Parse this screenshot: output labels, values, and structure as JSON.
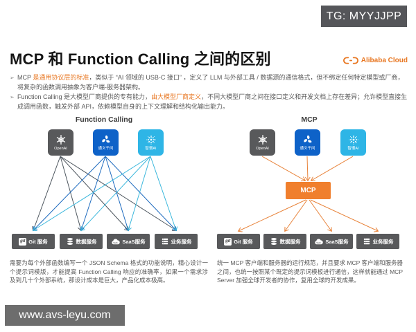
{
  "watermarks": {
    "top_right": "TG: MYYJJPP",
    "bottom_left": "www.avs-leyu.com"
  },
  "header": {
    "title": "MCP 和 Function Calling 之间的区别",
    "brand": {
      "name": "Alibaba Cloud",
      "icon": "alibaba-cloud-bracket-icon",
      "color": "#E87722"
    }
  },
  "bullet_marker": "➢",
  "bullets": [
    {
      "pre": "MCP ",
      "highlight": "是通用协议层的标准",
      "post": "，类似于 “AI 领域的 USB-C 接口” ，定义了 LLM 与外部工具 / 数据源的通信格式，但不绑定任何特定模型或厂商，将复杂的函数调用抽象为客户端-服务器架构。"
    },
    {
      "pre": "Function Calling 是大模型厂商提供的专有能力，",
      "highlight": "由大模型厂商定义",
      "post": "，不同大模型厂商之间在接口定义和开发文档上存在差异；允许模型直接生成调用函数，触发外部 API，依赖模型自身的上下文理解和结构化输出能力。"
    }
  ],
  "models": [
    {
      "name": "OpenAI",
      "icon": "openai-logo-icon",
      "color": "#58595B"
    },
    {
      "name": "通义千问",
      "icon": "tongyi-qianwen-logo-icon",
      "color": "#0E62C8"
    },
    {
      "name": "智谱AI",
      "icon": "zhipu-ai-logo-icon",
      "color": "#2EB5E6"
    }
  ],
  "services": [
    {
      "label": "Git 服务",
      "icon": "git-icon",
      "badge": "git"
    },
    {
      "label": "数据服务",
      "icon": "database-icon"
    },
    {
      "label": "SaaS服务",
      "icon": "saas-cloud-icon"
    },
    {
      "label": "业务服务",
      "icon": "server-stack-icon"
    }
  ],
  "left_diagram": {
    "title": "Function Calling",
    "description": "需要为每个外部函数编写一个 JSON Schema 格式的功能说明，精心设计一个提示词模版，才能提高 Function Calling 响应的准确率，如果一个需求涉及到几十个外部系统，那设计成本是巨大，产品化成本极高。"
  },
  "right_diagram": {
    "title": "MCP",
    "hub_label": "MCP",
    "description": "统一 MCP 客户端和服务器的运行规范，并且要求 MCP 客户端和服务器之间，也统一按照某个既定的提示词模板进行通信，这样就能通过 MCP Server 加强全球开发者的协作，复用全球的开发成果。"
  },
  "colors": {
    "accent_orange": "#E87722",
    "mcp_hub_orange": "#F07F2D",
    "box_gray": "#58595B",
    "tongyi_blue": "#0E62C8",
    "zhipu_cyan": "#2EB5E6",
    "line_gray": "#4D565E",
    "line_blue": "#1E6BBF",
    "line_cyan": "#3AB7DC",
    "line_orange": "#E8833A"
  }
}
